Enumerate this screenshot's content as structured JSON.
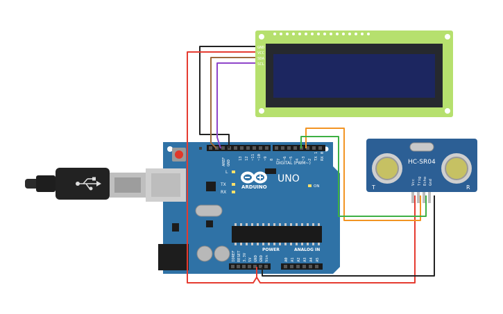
{
  "lcd": {
    "pins": [
      "GND",
      "VCC",
      "SDA",
      "SCL"
    ]
  },
  "arduino": {
    "brand": "ARDUINO",
    "model": "UNO",
    "aref": "AREF",
    "gnd": "GND",
    "header_digital": [
      "13",
      "12",
      "~11",
      "~10",
      "~9",
      "8",
      "7",
      "~6",
      "~5",
      "4",
      "~3",
      "2",
      "TX 1",
      "RX 0"
    ],
    "digital_label": "DIGITAL (PWM~)",
    "led_l": "L",
    "led_tx": "TX",
    "led_rx": "RX",
    "on_label": "ON",
    "power_label": "POWER",
    "analog_label": "ANALOG IN",
    "power_pins": [
      "IOREF",
      "RESET",
      "3.3V",
      "5V",
      "GND",
      "GND",
      "Vin"
    ],
    "analog_pins": [
      "A0",
      "A1",
      "A2",
      "A3",
      "A4",
      "A5"
    ]
  },
  "sensor": {
    "name": "HC-SR04",
    "pins": [
      "Vcc",
      "Trig",
      "Echo",
      "Gnd"
    ],
    "left_mark": "T",
    "right_mark": "R"
  },
  "colors": {
    "board": "#2f72a6",
    "lcd_pcb": "#b6e06e",
    "lcd_screen": "#1c2660",
    "sensor": "#2c5f95",
    "wire_red": "#e53a2f",
    "wire_black": "#222222",
    "wire_brown": "#9c6a3c",
    "wire_purple": "#8e44c9",
    "wire_orange": "#f29422",
    "wire_green": "#3cb043"
  }
}
